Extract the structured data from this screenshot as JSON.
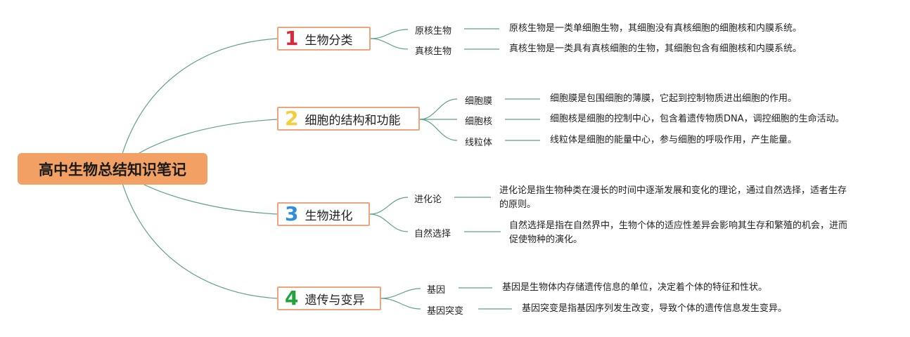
{
  "root": {
    "title": "高中生物总结知识笔记"
  },
  "branches": [
    {
      "num": "1",
      "num_color": "#d8283a",
      "title": "生物分类",
      "items": [
        {
          "label": "原核生物",
          "desc": "原核生物是一类单细胞生物，其细胞没有真核细胞的细胞核和内膜系统。"
        },
        {
          "label": "真核生物",
          "desc": "真核生物是一类具有真核细胞的生物，其细胞包含有细胞核和内膜系统。"
        }
      ]
    },
    {
      "num": "2",
      "num_color": "#f2cf3a",
      "title": "细胞的结构和功能",
      "items": [
        {
          "label": "细胞膜",
          "desc": "细胞膜是包围细胞的薄膜，它起到控制物质进出细胞的作用。"
        },
        {
          "label": "细胞核",
          "desc": "细胞核是细胞的控制中心，包含着遗传物质DNA，调控细胞的生命活动。"
        },
        {
          "label": "线粒体",
          "desc": "线粒体是细胞的能量中心，参与细胞的呼吸作用，产生能量。"
        }
      ]
    },
    {
      "num": "3",
      "num_color": "#2e8fd8",
      "title": "生物进化",
      "items": [
        {
          "label": "进化论",
          "desc": "进化论是指生物种类在漫长的时间中逐渐发展和变化的理论，通过自然选择，适者生存的原则。"
        },
        {
          "label": "自然选择",
          "desc": "自然选择是指在自然界中，生物个体的适应性差异会影响其生存和繁殖的机会，进而促使物种的演化。"
        }
      ]
    },
    {
      "num": "4",
      "num_color": "#1fa33a",
      "title": "遗传与变异",
      "items": [
        {
          "label": "基因",
          "desc": "基因是生物体内存储遗传信息的单位，决定着个体的特征和性状。"
        },
        {
          "label": "基因突变",
          "desc": "基因突变是指基因序列发生改变，导致个体的遗传信息发生变异。"
        }
      ]
    }
  ]
}
